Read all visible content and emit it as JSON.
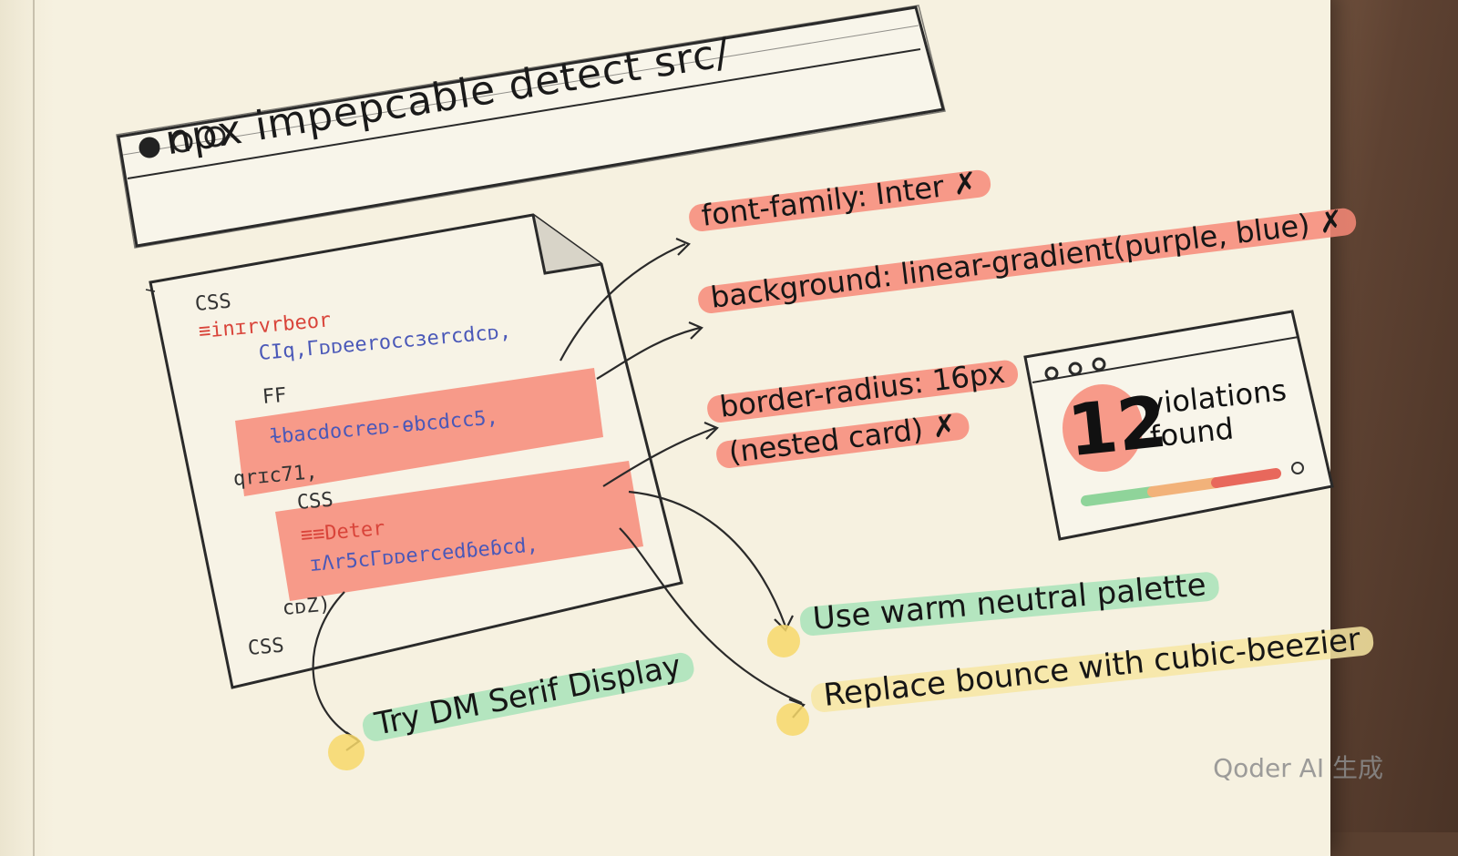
{
  "terminal": {
    "command": "npx impepcable detect src/"
  },
  "code_file": {
    "lines": [
      "CSS",
      "≡inɪrvrbeor",
      "CIq,Γᴅᴅeeroccɜercdcᴅ,",
      "FF",
      "ɫbacdocreᴅ-ɵbcdcc5,",
      "qrɪc71,",
      "CSS",
      "≡≡Deter",
      "ɪΛr5cΓᴅᴅercedɓeɓcd,",
      "cᴅZ)",
      "CSS"
    ]
  },
  "violations": [
    {
      "text": "font-family: Inter ✗"
    },
    {
      "text": "background: linear-gradient(purple, blue) ✗"
    },
    {
      "line1": "border-radius: 16px",
      "line2": "(nested card) ✗"
    }
  ],
  "suggestions": [
    {
      "text": "Use warm neutral palette"
    },
    {
      "text": "Replace bounce with cubic-beezier"
    },
    {
      "text": "Try DM Serif Display"
    }
  ],
  "result_card": {
    "count": "12",
    "label_line1": "violations",
    "label_line2": "found",
    "colors": {
      "good": "#8fd49a",
      "warn": "#f2b27a",
      "bad": "#e8685c"
    }
  },
  "watermark": "Qoder AI 生成"
}
